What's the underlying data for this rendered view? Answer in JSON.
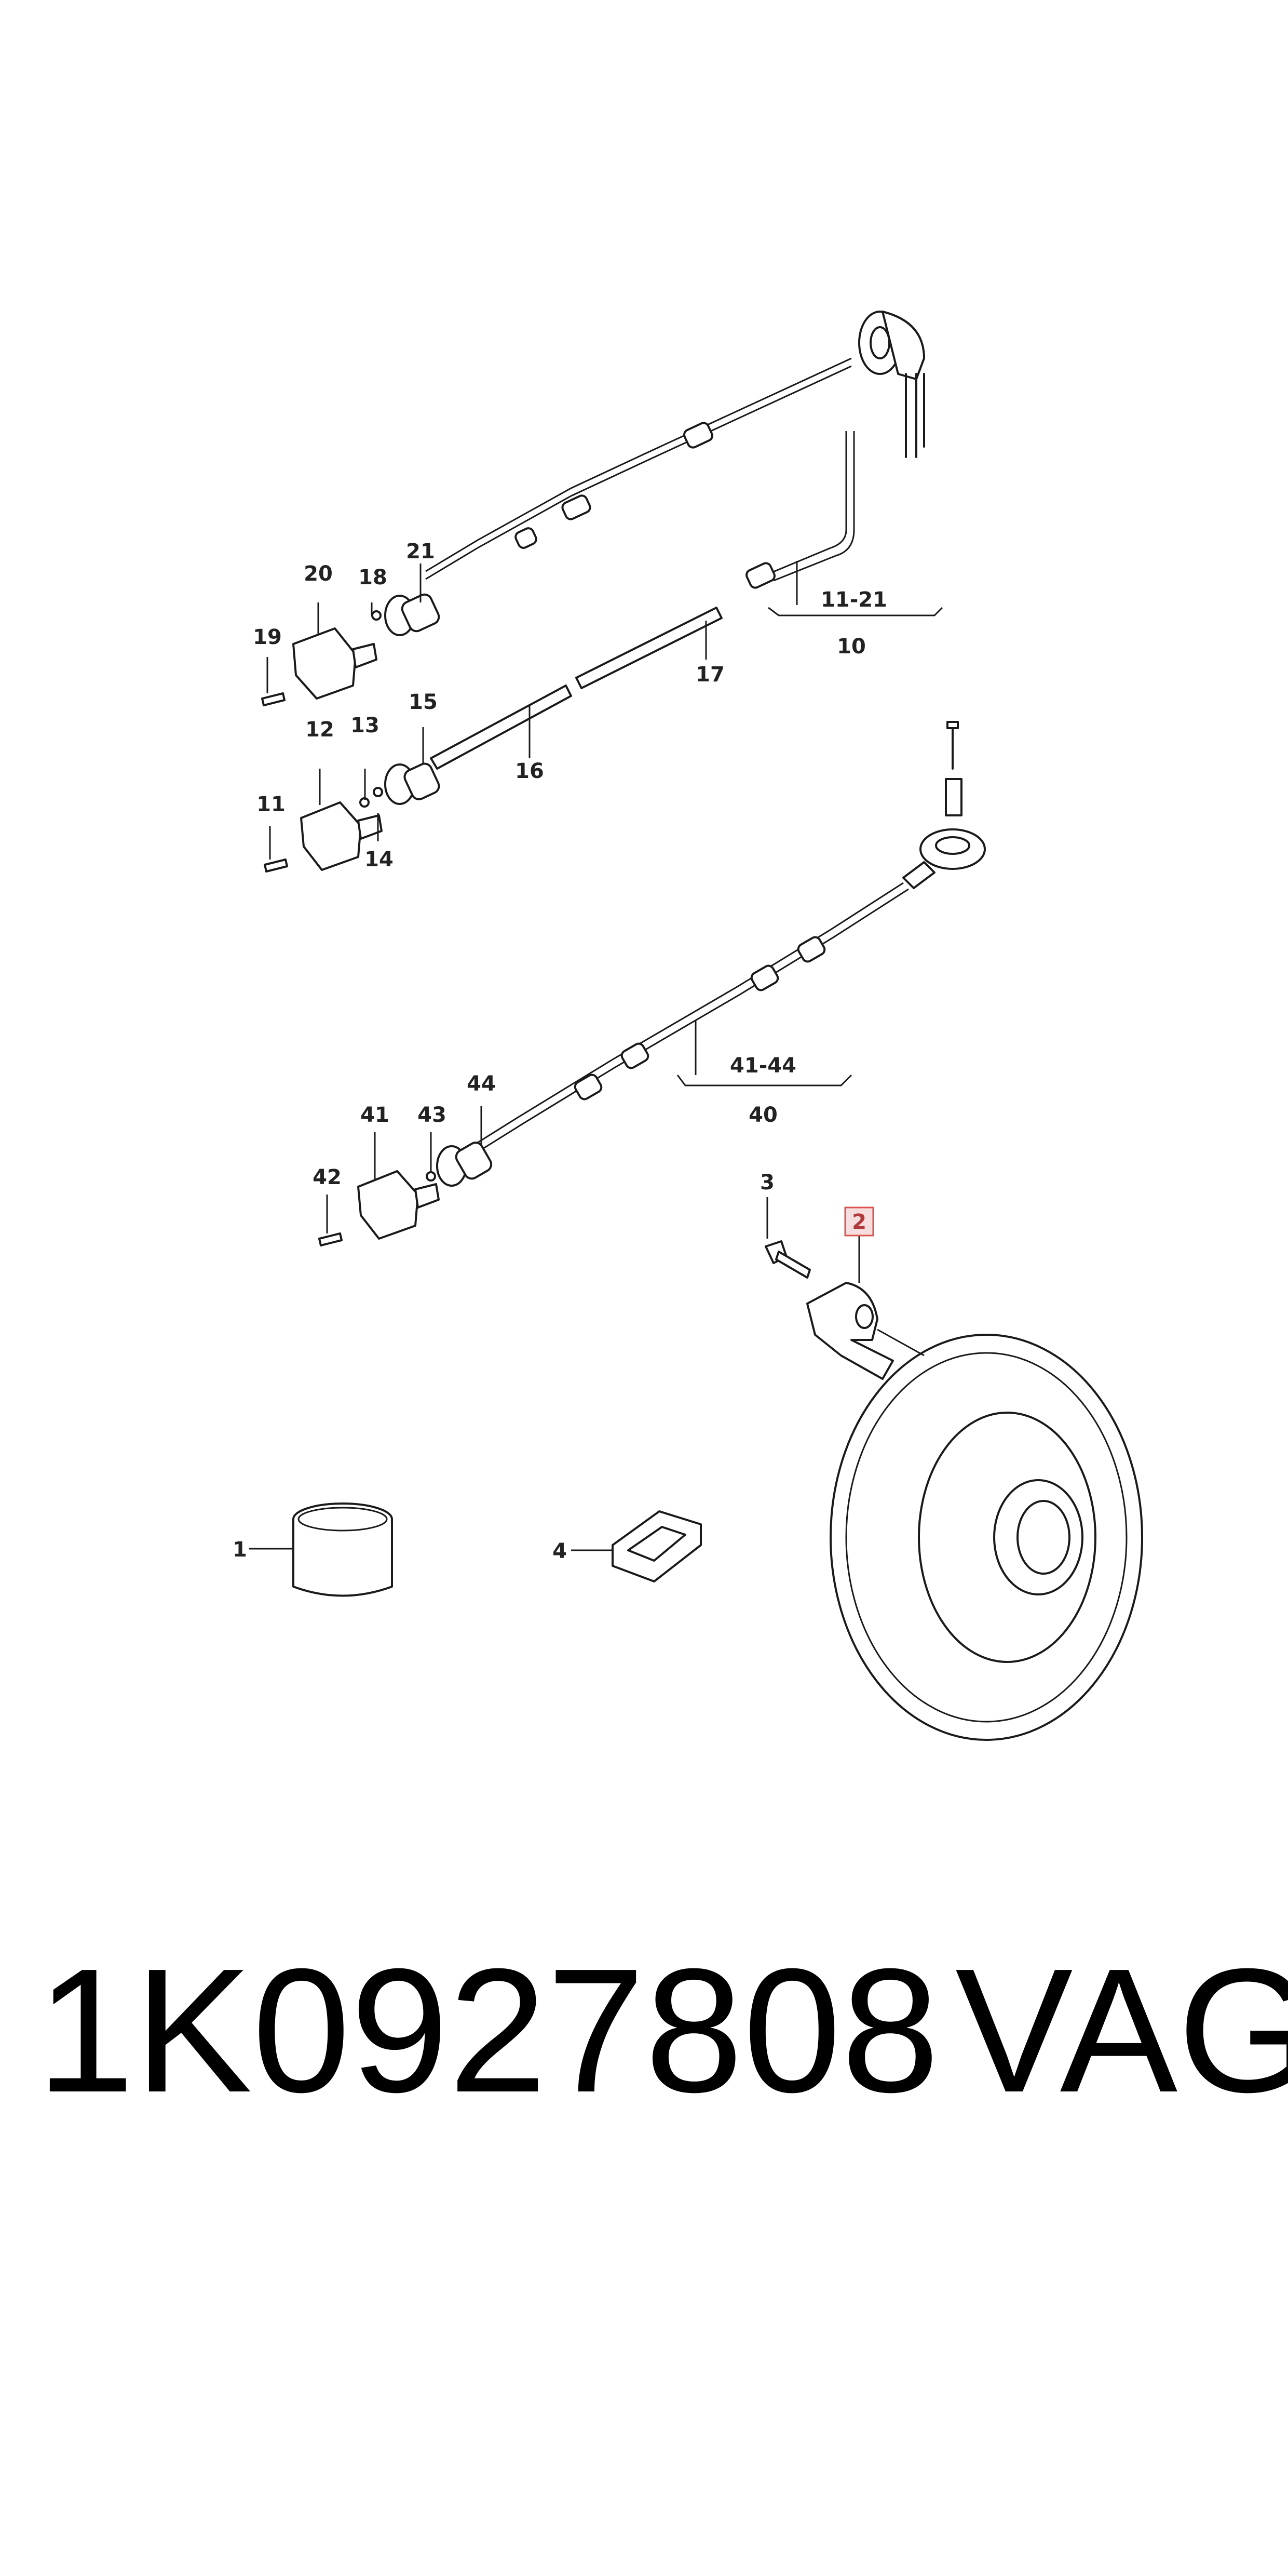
{
  "diagram": {
    "callouts": {
      "c1": "1",
      "c2": "2",
      "c3": "3",
      "c4": "4",
      "c10": "10",
      "c11": "11",
      "c11_21": "11-21",
      "c12": "12",
      "c13": "13",
      "c14": "14",
      "c15": "15",
      "c16": "16",
      "c17": "17",
      "c18": "18",
      "c19": "19",
      "c20": "20",
      "c21": "21",
      "c40": "40",
      "c41": "41",
      "c41_44": "41-44",
      "c42": "42",
      "c43": "43",
      "c44": "44"
    },
    "highlighted_callout": "2",
    "highlight_color": "#d9534f"
  },
  "footer": {
    "part_number": "1K0927808",
    "brand": "VAG"
  }
}
